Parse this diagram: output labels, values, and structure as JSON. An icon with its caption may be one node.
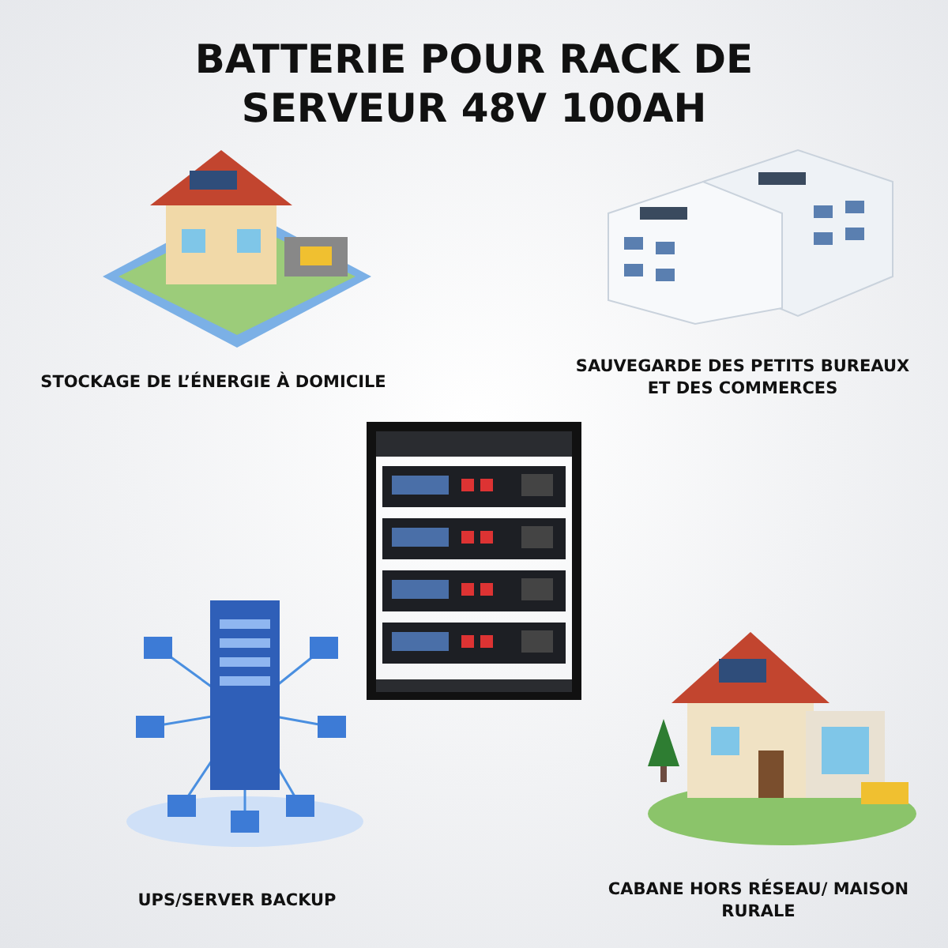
{
  "diagram": {
    "title": "BATTERIE POUR RACK DE SERVEUR 48V 100AH",
    "labels": [
      "STOCKAGE DE L’ÉNERGIE À DOMICILE",
      "SAUVEGARDE DES PETITS BUREAUX ET DES COMMERCES",
      "UPS/SERVER BACKUP",
      "CABANE HORS RÉSEAU/ MAISON RURALE"
    ]
  }
}
